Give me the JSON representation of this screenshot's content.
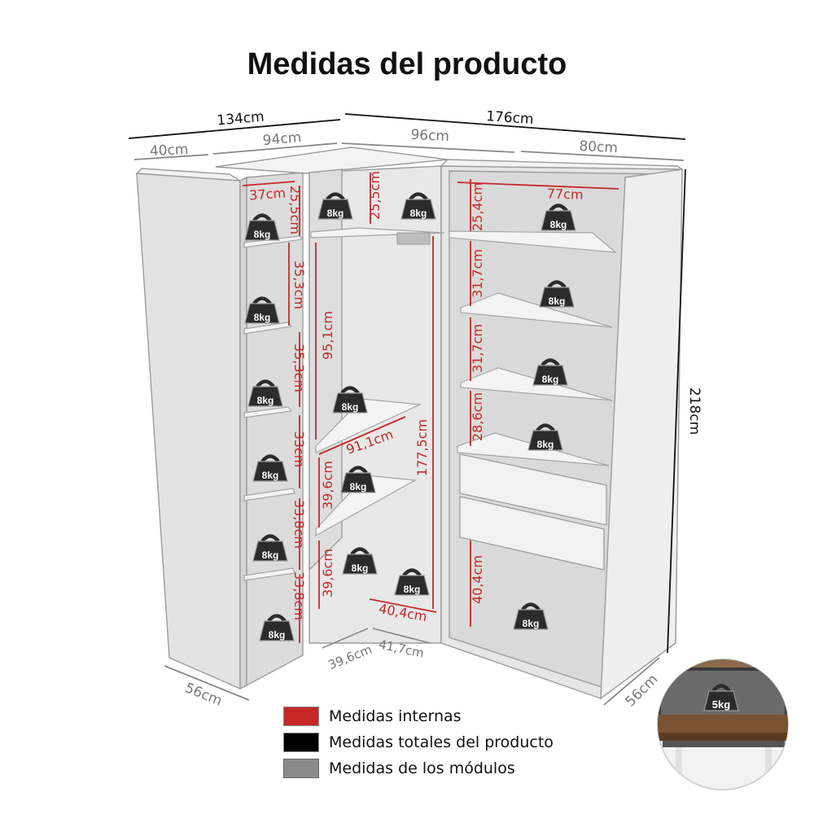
{
  "title": "Medidas del producto",
  "dims_overall": {
    "left_width": "134cm",
    "right_width": "176cm",
    "height": "218cm",
    "depth_left": "56cm",
    "depth_right": "56cm"
  },
  "dims_modules": {
    "left_corner": "40cm",
    "left_module": "94cm",
    "center_module": "96cm",
    "right_module": "80cm"
  },
  "dims_internal": {
    "left_top_width": "37cm",
    "left_h1": "25,5cm",
    "left_h2": "35,3cm",
    "left_h3": "35,3cm",
    "left_h4": "33cm",
    "left_h5": "33,8cm",
    "left_h6": "33,8cm",
    "center_top": "25,5cm",
    "center_hang": "95,1cm",
    "center_total": "177,5cm",
    "center_shelf": "91,1cm",
    "center_h1": "39,6cm",
    "center_h2": "39,6cm",
    "center_bottom": "40,4cm",
    "center_base_a": "39,6cm",
    "center_base_b": "41,7cm",
    "right_top_width": "77cm",
    "right_h1": "25,4cm",
    "right_h2": "31,7cm",
    "right_h3": "31,7cm",
    "right_h4": "28,6cm",
    "right_h5": "40,4cm"
  },
  "weights": {
    "shelf": "8kg",
    "drawer": "5kg"
  },
  "legend": [
    {
      "label": "Medidas internas",
      "color": "#c62828"
    },
    {
      "label": "Medidas totales del producto",
      "color": "#000000"
    },
    {
      "label": "Medidas de los módulos",
      "color": "#8a8a8a"
    }
  ]
}
